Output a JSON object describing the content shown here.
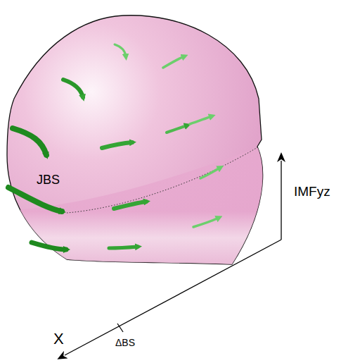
{
  "diagram": {
    "labels": [
      "JBS",
      "IMFyz",
      "X",
      "ΔBS"
    ]
  }
}
